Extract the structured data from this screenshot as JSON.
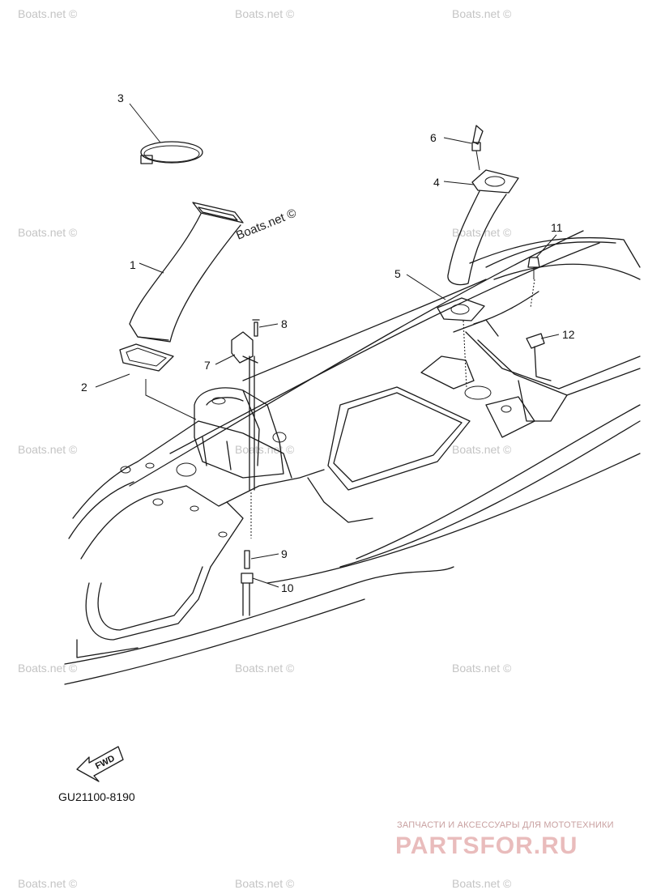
{
  "watermarks": {
    "text": "Boats.net ©",
    "main_text": "Boats.net ©"
  },
  "part_numbers": [
    "1",
    "2",
    "3",
    "4",
    "5",
    "6",
    "7",
    "8",
    "9",
    "10",
    "11",
    "12"
  ],
  "drawing_code": "GU21100-8190",
  "fwd_label": "FWD",
  "advert": {
    "tagline": "ЗАПЧАСТИ И АКСЕССУАРЫ ДЛЯ МОТОТЕХНИКИ",
    "logo": "PARTSFOR.RU",
    "color": "#e9bcbc"
  }
}
